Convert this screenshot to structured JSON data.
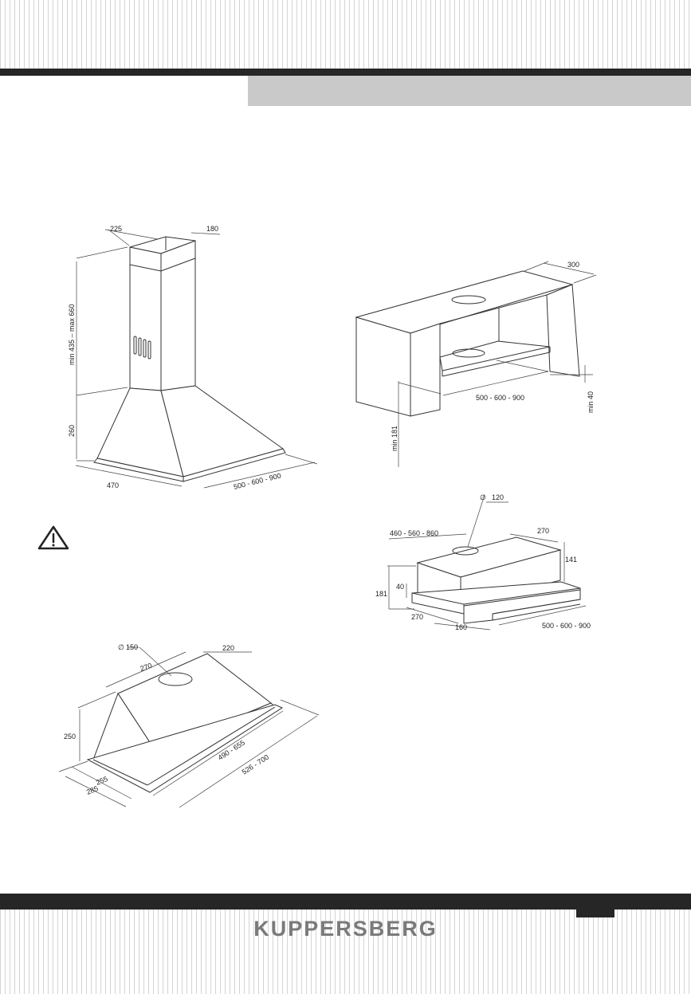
{
  "brand": {
    "name": "KUPPERSBERG"
  },
  "icons": {
    "warning": "warning-triangle-icon"
  },
  "colors": {
    "bars": "#262626",
    "header_band": "#c9c9c9",
    "logo": "#7a7a7a"
  },
  "chimney_hood": {
    "dim_top_left": "225",
    "dim_top_right": "180",
    "dim_height_chimney": "min 435 – max 660",
    "dim_height_body": "260",
    "dim_depth": "470",
    "dim_width": "500 - 600 - 900"
  },
  "cabinet_install": {
    "dim_depth": "300",
    "dim_width": "500 - 600 - 900",
    "dim_min_right": "min 40",
    "dim_min_left": "min 181"
  },
  "telescopic_hood": {
    "dim_duct_diameter": "120",
    "dim_width_top": "460 - 560 - 860",
    "dim_depth_top": "270",
    "dim_height_body": "141",
    "dim_total_height": "181",
    "dim_panel_height": "40",
    "dim_depth_bottom": "270",
    "dim_slider": "160",
    "dim_width_bottom": "500 - 600 - 900"
  },
  "builtin_hood": {
    "dim_duct_diameter": "150",
    "dim_depth_top": "270",
    "dim_width_top": "220",
    "dim_height": "250",
    "dim_depth_inner": "255",
    "dim_depth_outer": "285",
    "dim_width_inner": "490 - 655",
    "dim_width_outer": "526 - 700"
  }
}
